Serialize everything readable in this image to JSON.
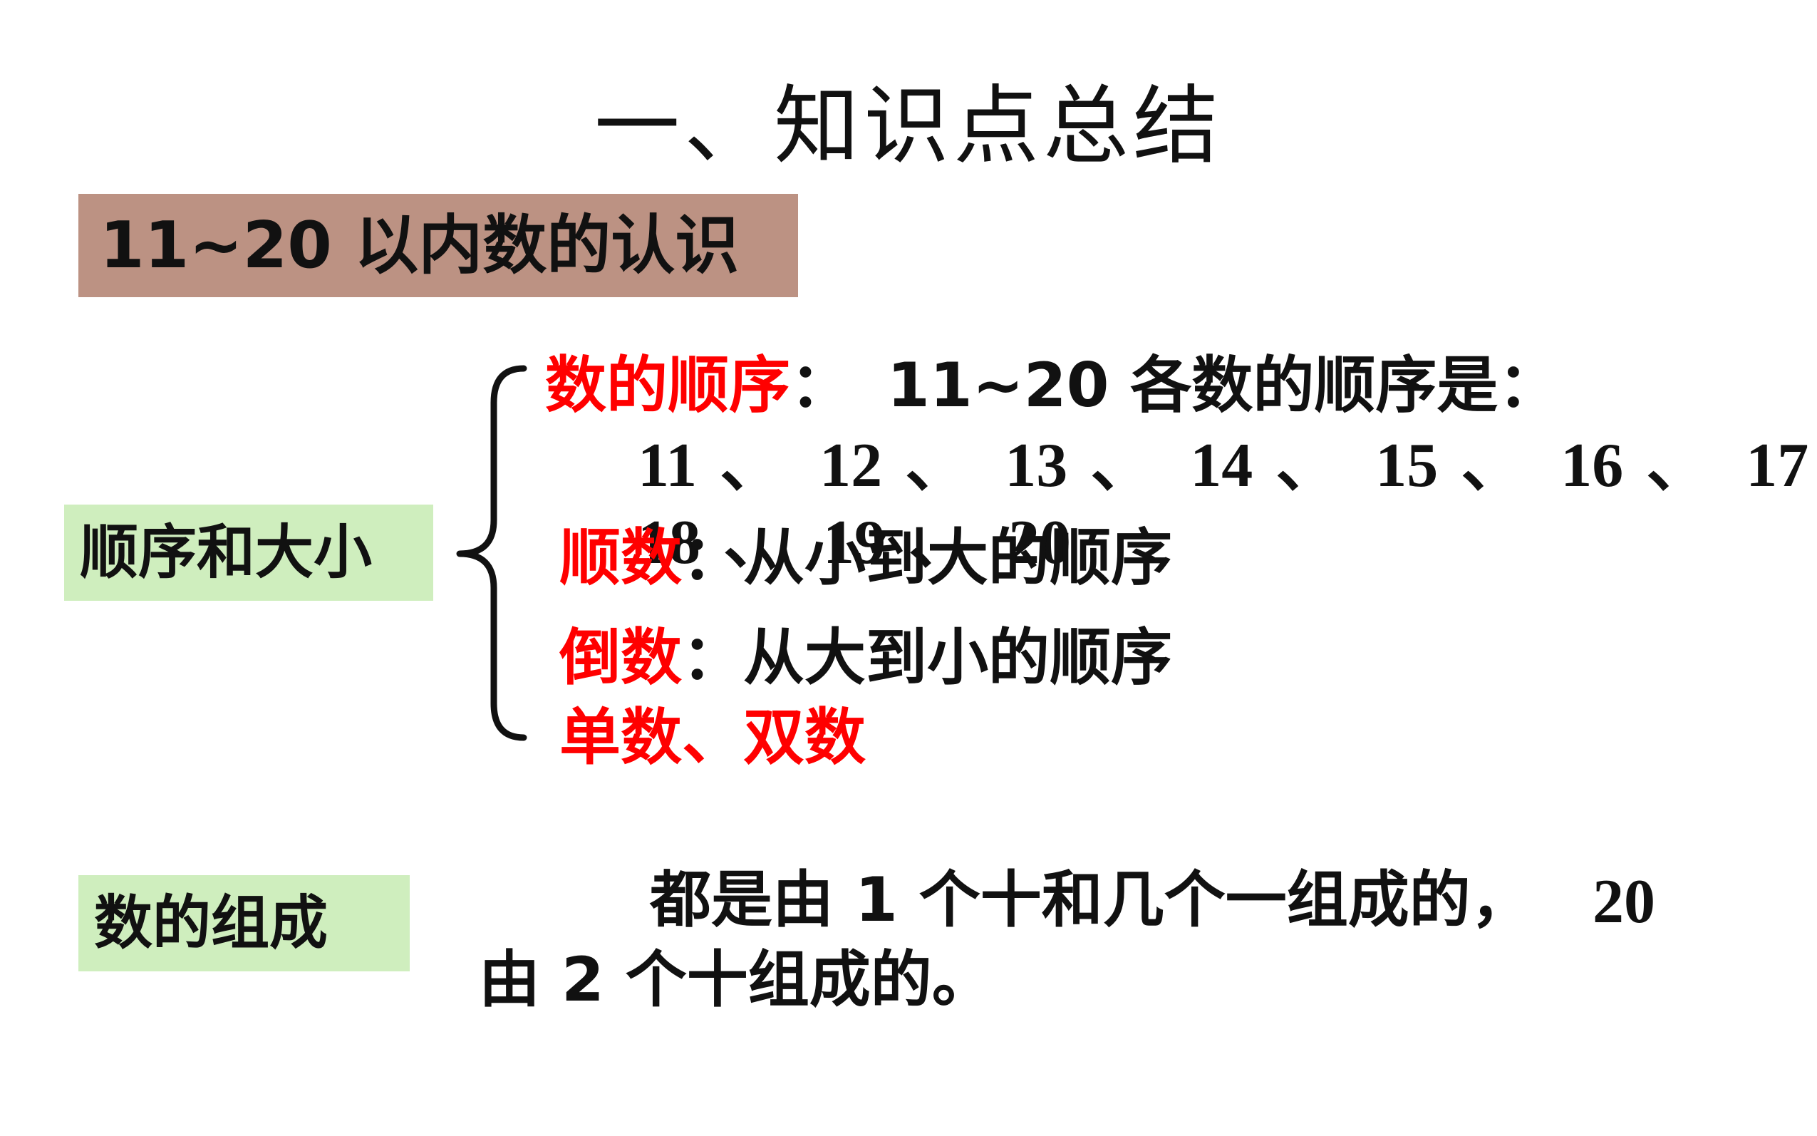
{
  "title": "一、知识点总结",
  "section": {
    "label": "11~20 以内数的认识"
  },
  "order_size": {
    "box_label": "顺序和大小",
    "sequence": {
      "term": "数的顺序",
      "colon": "：",
      "text": "11~20 各数的顺序是：",
      "numbers_row1": [
        "11",
        "12",
        "13",
        "14",
        "15",
        "16",
        "17"
      ],
      "numbers_row2": [
        "18",
        "19",
        "20"
      ],
      "separator": "、"
    },
    "counting_up": {
      "term": "顺数",
      "colon": "：",
      "text": "从小到大的顺序"
    },
    "counting_down": {
      "term": "倒数",
      "colon": "：",
      "text": "从大到小的顺序"
    },
    "odd_even": "单数、双数"
  },
  "composition": {
    "box_label": "数的组成",
    "line1": "都是由 1 个十和几个一组成的，",
    "line1_end": "20",
    "line2": "由 2 个十组成的。"
  },
  "colors": {
    "section_box": "#bc9283",
    "green_box": "#cfeebe",
    "emphasis": "#ff0000"
  }
}
